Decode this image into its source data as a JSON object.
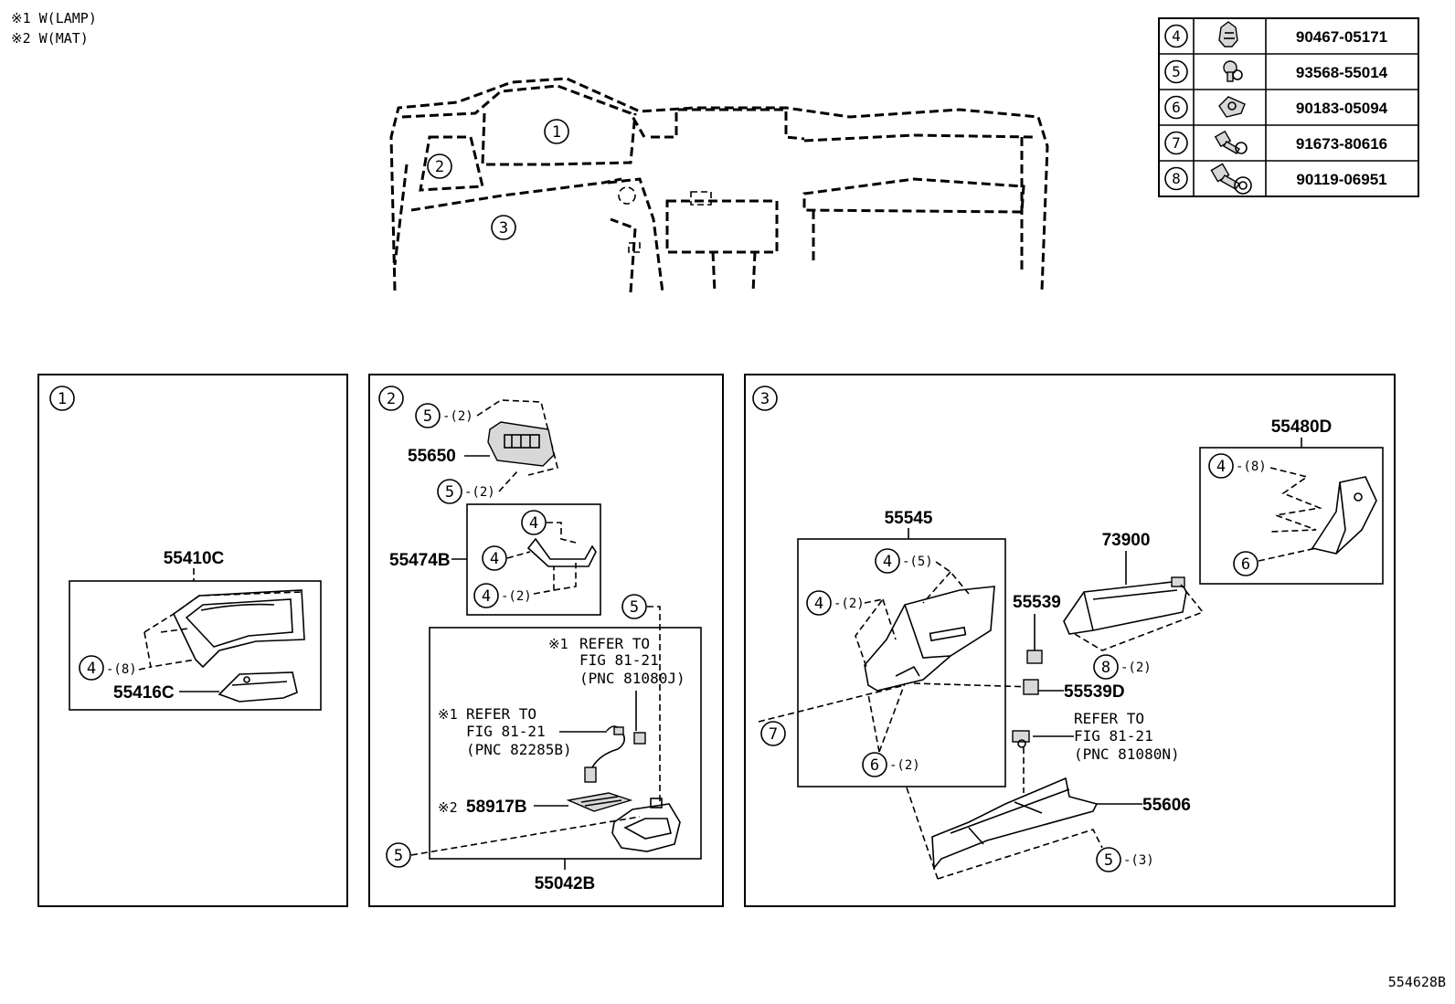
{
  "notes": {
    "n1": "※1 W(LAMP)",
    "n2": "※2 W(MAT)"
  },
  "fasteners": [
    {
      "ref": "4",
      "part_no": "90467-05171",
      "icon": "clip-icon"
    },
    {
      "ref": "5",
      "part_no": "93568-55014",
      "icon": "screw-icon"
    },
    {
      "ref": "6",
      "part_no": "90183-05094",
      "icon": "nut-clip-icon"
    },
    {
      "ref": "7",
      "part_no": "91673-80616",
      "icon": "bolt-icon"
    },
    {
      "ref": "8",
      "part_no": "90119-06951",
      "icon": "bolt-washer-icon"
    }
  ],
  "overview": {
    "c1": "1",
    "c2": "2",
    "c3": "3"
  },
  "panel1": {
    "index": "1",
    "group": "55410C",
    "clip": "4",
    "clip_qty": "-(8)",
    "sub": "55416C"
  },
  "panel2": {
    "index": "2",
    "p55650": "55650",
    "s5a": "5",
    "s5a_qty": "-(2)",
    "s5b": "5",
    "s5b_qty": "-(2)",
    "p55474B": "55474B",
    "c4a": "4",
    "c4b": "4",
    "c4c": "4",
    "c4c_qty": "-(2)",
    "s5c": "5",
    "ref1_mark": "※1",
    "ref1_line1": "REFER TO",
    "ref1_line2": "FIG 81-21",
    "ref1_line3": "(PNC 81080J)",
    "ref2_mark": "※1",
    "ref2_line1": "REFER TO",
    "ref2_line2": "FIG 81-21",
    "ref2_line3": "(PNC 82285B)",
    "mat_mark": "※2",
    "p58917B": "58917B",
    "s5d": "5",
    "p55042B": "55042B"
  },
  "panel3": {
    "index": "3",
    "p55545": "55545",
    "c4a": "4",
    "c4a_qty": "-(5)",
    "c4b": "4",
    "c4b_qty": "-(2)",
    "b7": "7",
    "n6": "6",
    "n6_qty": "-(2)",
    "p55539": "55539",
    "p73900": "73900",
    "b8": "8",
    "b8_qty": "-(2)",
    "p55539D": "55539D",
    "ref_line1": "REFER TO",
    "ref_line2": "FIG 81-21",
    "ref_line3": "(PNC 81080N)",
    "p55606": "55606",
    "s5": "5",
    "s5_qty": "-(3)",
    "p55480D": "55480D",
    "c4c": "4",
    "c4c_qty": "-(8)",
    "n6b": "6"
  },
  "drawing_no": "554628B"
}
